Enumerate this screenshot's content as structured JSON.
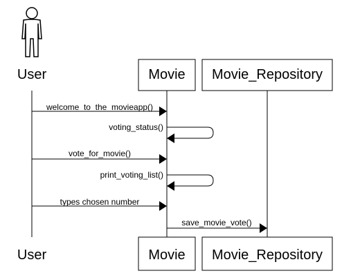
{
  "actor": {
    "name_top": "User",
    "name_bottom": "User"
  },
  "participants": [
    {
      "id": "movie",
      "name_top": "Movie",
      "name_bottom": "Movie"
    },
    {
      "id": "repo",
      "name_top": "Movie_Repository",
      "name_bottom": "Movie_Repository"
    }
  ],
  "messages": [
    {
      "label": "welcome_to_the_movieapp()",
      "from": "User",
      "to": "Movie"
    },
    {
      "label": "voting_status()",
      "from": "Movie",
      "to": "Movie"
    },
    {
      "label": "vote_for_movie()",
      "from": "User",
      "to": "Movie"
    },
    {
      "label": "print_voting_list()",
      "from": "Movie",
      "to": "Movie"
    },
    {
      "label": "types chosen number",
      "from": "User",
      "to": "Movie"
    },
    {
      "label": "save_movie_vote()",
      "from": "Movie",
      "to": "Movie_Repository"
    }
  ],
  "colors": {
    "line": "#000000",
    "box_fill": "#ffffff",
    "background": "#ffffff"
  }
}
